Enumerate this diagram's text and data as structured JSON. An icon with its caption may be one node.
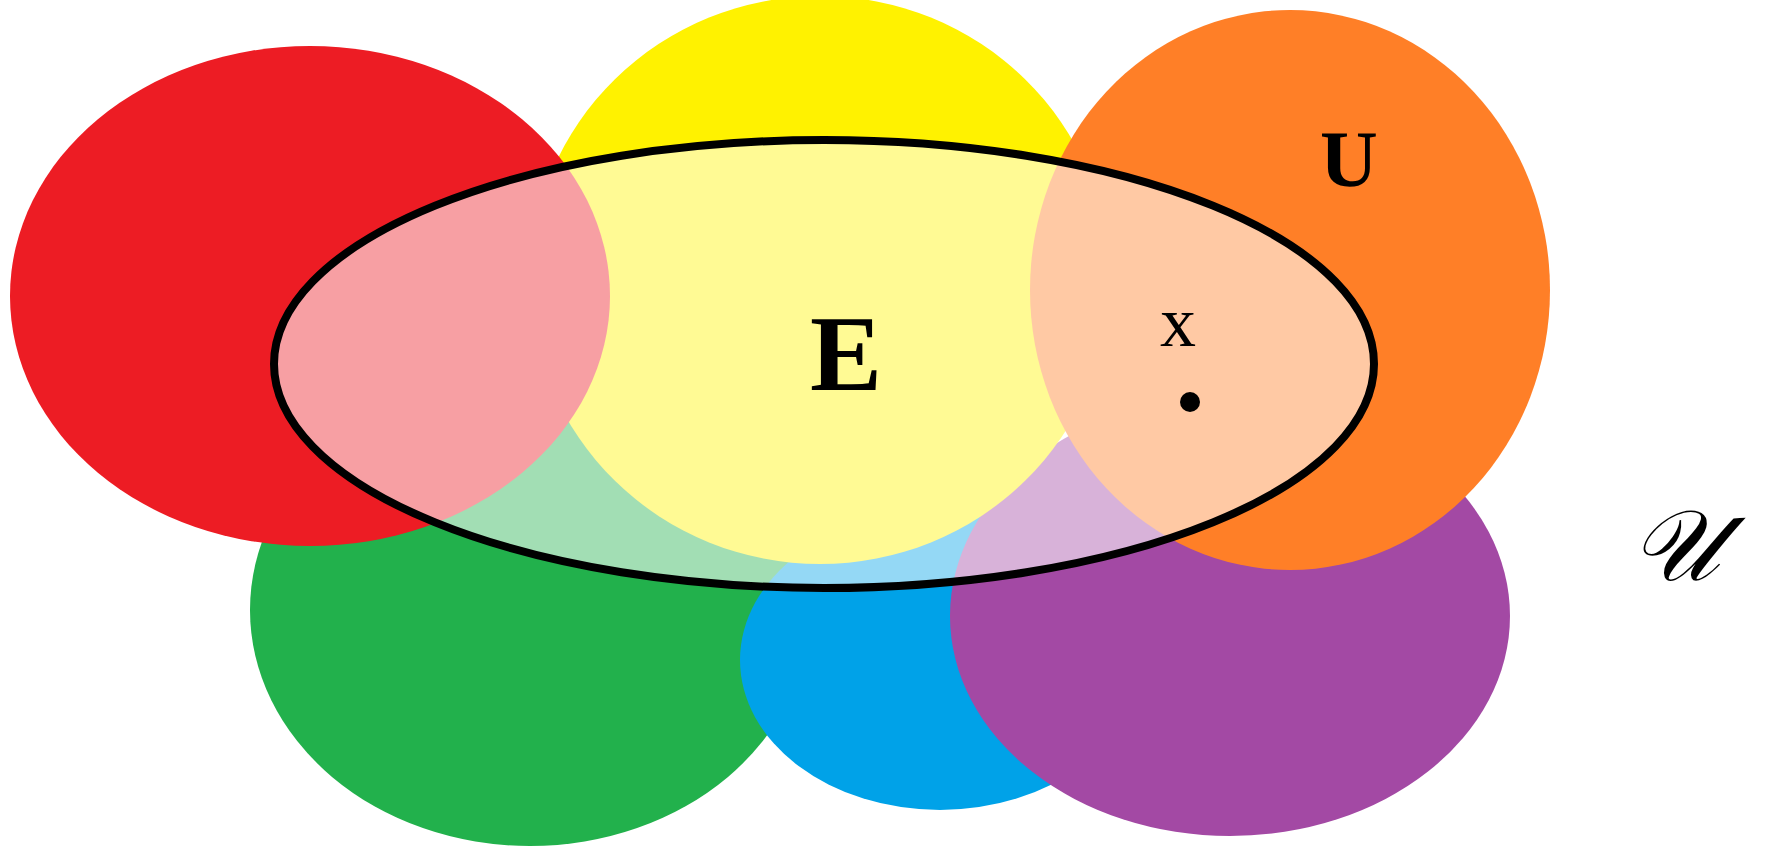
{
  "diagram": {
    "labels": [
      "U",
      "E",
      "x",
      "𝒰"
    ]
  }
}
